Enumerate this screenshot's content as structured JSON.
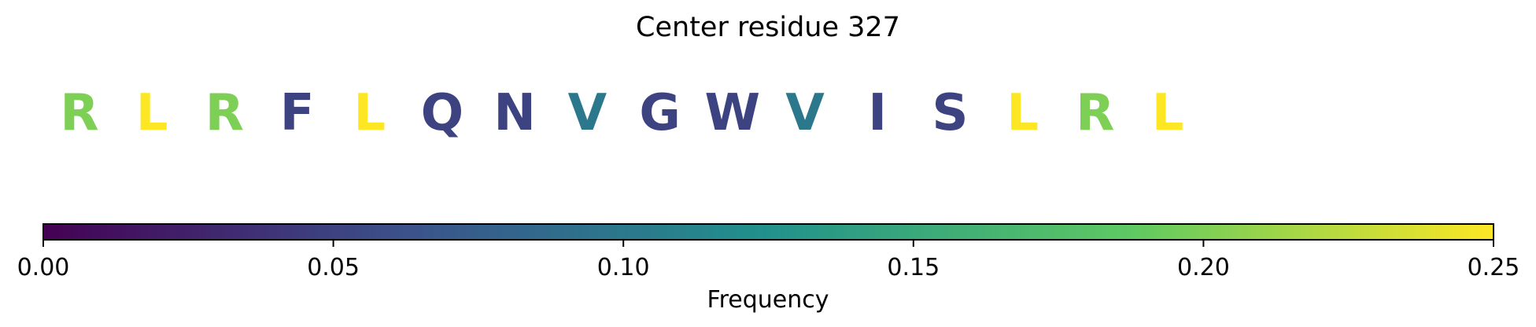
{
  "chart_data": {
    "type": "heatmap",
    "title": "Center residue 327",
    "residues": [
      {
        "letter": "R",
        "frequency": 0.2
      },
      {
        "letter": "L",
        "frequency": 0.25
      },
      {
        "letter": "R",
        "frequency": 0.2
      },
      {
        "letter": "F",
        "frequency": 0.05
      },
      {
        "letter": "L",
        "frequency": 0.25
      },
      {
        "letter": "Q",
        "frequency": 0.05
      },
      {
        "letter": "N",
        "frequency": 0.05
      },
      {
        "letter": "V",
        "frequency": 0.1
      },
      {
        "letter": "G",
        "frequency": 0.05
      },
      {
        "letter": "W",
        "frequency": 0.05
      },
      {
        "letter": "V",
        "frequency": 0.1
      },
      {
        "letter": "I",
        "frequency": 0.05
      },
      {
        "letter": "S",
        "frequency": 0.05
      },
      {
        "letter": "L",
        "frequency": 0.25
      },
      {
        "letter": "R",
        "frequency": 0.2
      },
      {
        "letter": "L",
        "frequency": 0.25
      }
    ],
    "colorbar": {
      "label": "Frequency",
      "range": [
        0,
        0.25
      ],
      "ticks": [
        "0.00",
        "0.05",
        "0.10",
        "0.15",
        "0.20",
        "0.25"
      ],
      "colormap": "viridis",
      "colormap_stops": [
        "#440154",
        "#3b528b",
        "#21918c",
        "#5ec962",
        "#fde725"
      ]
    }
  }
}
